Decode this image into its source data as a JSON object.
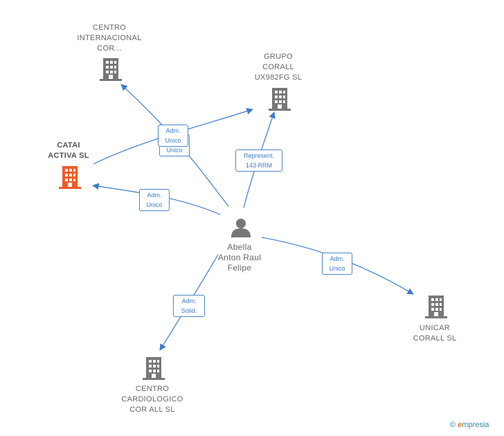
{
  "colors": {
    "edge": "#3d7cc9",
    "building": "#777777",
    "building_highlight": "#f05a28",
    "person": "#777777"
  },
  "nodes": {
    "centro_internacional": {
      "label": "CENTRO\nINTERNACIONAL\nCOR...",
      "icon": "building-icon"
    },
    "grupo_corall": {
      "label": "GRUPO\nCORALL\nUX982FG  SL",
      "icon": "building-icon"
    },
    "catai_activa": {
      "label": "CATAI\nACTIVA  SL",
      "icon": "building-icon"
    },
    "abella": {
      "label": "Abella\nAnton Raul\nFelipe",
      "icon": "person-icon"
    },
    "unicar_corall": {
      "label": "UNICAR\nCORALL  SL",
      "icon": "building-icon"
    },
    "centro_cardiologico": {
      "label": "CENTRO\nCARDIOLOGICO\nCOR ALL  SL",
      "icon": "building-icon"
    }
  },
  "edges": {
    "to_centro_internacional": {
      "label": "Adm.\nUnico"
    },
    "to_grupo_corall_adm": {
      "label": "Adm.\nUnico"
    },
    "to_grupo_corall_rep": {
      "label": "Represent.\n143 RRM"
    },
    "to_catai": {
      "label": "Adm.\nUnico"
    },
    "to_unicar": {
      "label": "Adm.\nUnico"
    },
    "to_cardiologico": {
      "label": "Adm.\nSolid."
    }
  },
  "footer": {
    "copyright_symbol": "©",
    "brand_first": "e",
    "brand_rest": "mpresia"
  }
}
